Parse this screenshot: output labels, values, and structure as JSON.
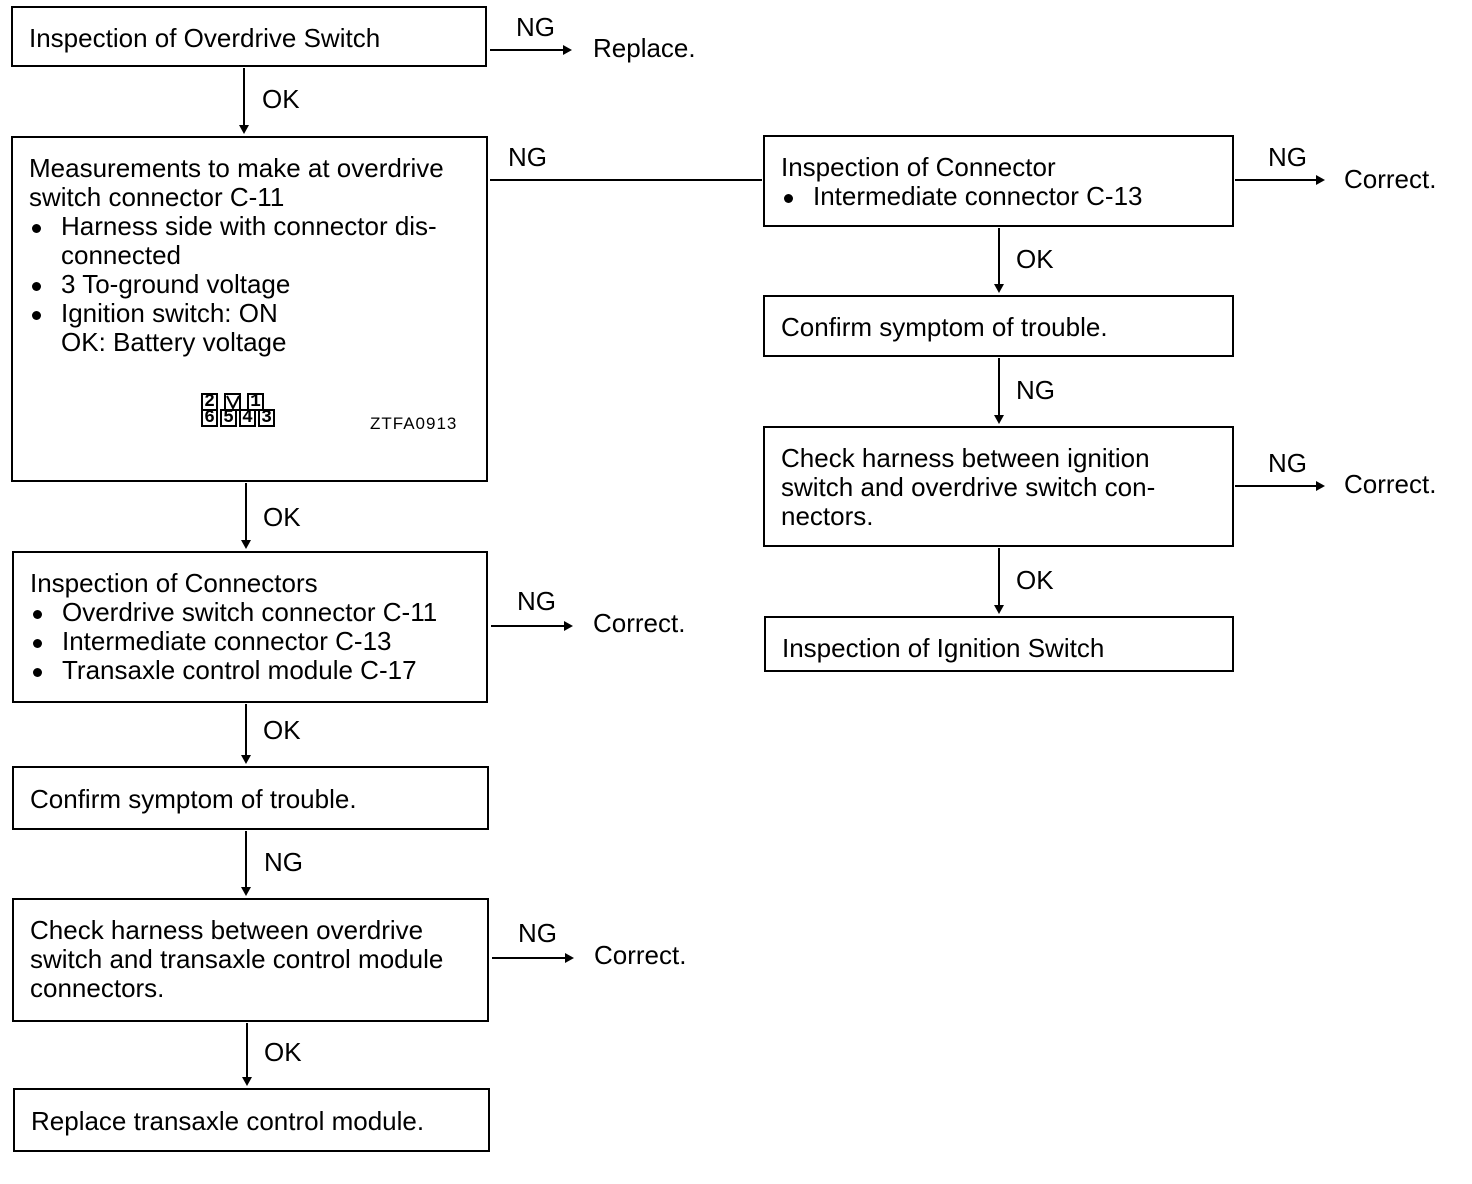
{
  "steps": {
    "s1": {
      "title": "Inspection of Overdrive Switch"
    },
    "s2": {
      "title_l1": "Measurements to make at overdrive",
      "title_l2": "switch connector C-11",
      "b1_l1": "Harness side with connector dis-",
      "b1_l2": "connected",
      "b2": "3 To-ground voltage",
      "b3": "Ignition switch: ON",
      "ok_line": "OK: Battery voltage",
      "connector_top": [
        "2",
        "",
        "1"
      ],
      "connector_bottom": [
        "6",
        "5",
        "4",
        "3"
      ],
      "code": "ZTFA0913"
    },
    "s3": {
      "title": "Inspection of Connectors",
      "b1": "Overdrive switch connector C-11",
      "b2": "Intermediate connector C-13",
      "b3": "Transaxle control module C-17"
    },
    "s4": {
      "title": "Confirm symptom of trouble."
    },
    "s5": {
      "l1": "Check harness between overdrive",
      "l2": "switch and transaxle control module",
      "l3": "connectors."
    },
    "s6": {
      "title": "Replace transaxle control module."
    },
    "r1": {
      "title": "Inspection of Connector",
      "b1": "Intermediate connector C-13"
    },
    "r2": {
      "title": "Confirm symptom of trouble."
    },
    "r3": {
      "l1": "Check harness between ignition",
      "l2": "switch and overdrive switch con-",
      "l3": "nectors."
    },
    "r4": {
      "title": "Inspection of Ignition Switch"
    }
  },
  "labels": {
    "ok": "OK",
    "ng": "NG",
    "replace": "Replace.",
    "correct": "Correct."
  }
}
